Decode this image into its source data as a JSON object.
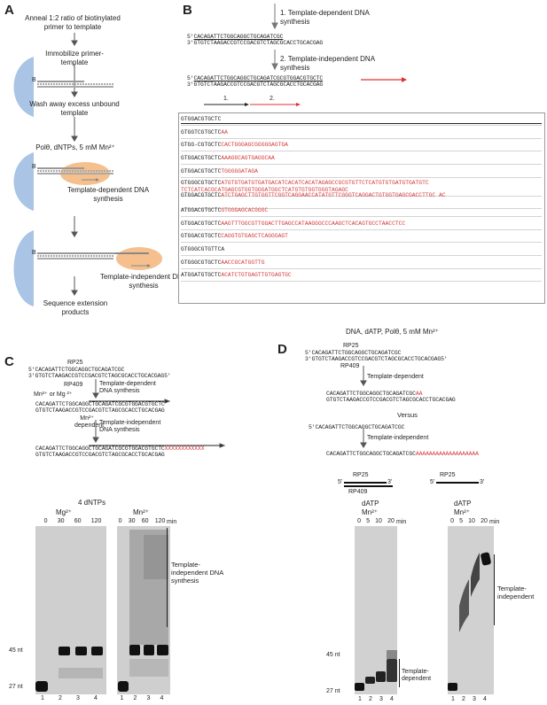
{
  "panels": {
    "A": "A",
    "B": "B",
    "C": "C",
    "D": "D"
  },
  "A": {
    "step1": "Anneal 1:2 ratio of biotinylated primer to template",
    "step2": "Immobilize primer-template",
    "b1": "B",
    "step3": "Wash away excess unbound template",
    "step4": "Polθ, dNTPs, 5 mM Mn²⁺",
    "b2": "B",
    "step5": "Template-dependent DNA synthesis",
    "b3": "B",
    "step6": "Template-independent DNA synthesis",
    "step7": "Sequence extension products"
  },
  "B": {
    "label1": "1. Template-dependent DNA synthesis",
    "label2": "2. Template-independent DNA synthesis",
    "seq_a_top_prefix": "5'",
    "seq_a_top": "CACAGATTCTGGCAGGCTGCAGATCGC",
    "seq_a_bot_prefix": "3'",
    "seq_a_bot": "GTGTCTAAGACCGTCCGACGTCTAGCGCACCTGCACGAG",
    "seq_b_top_prefix": "5'",
    "seq_b_top": "CACAGATTCTGGCAGGCTGCAGATCGCGTGGACGTGCTC",
    "seq_b_bot_prefix": "3'",
    "seq_b_bot": "GTGTCTAAGACCGTCCGACGTCTAGCGCACCTGCACGAG",
    "arrow1": "1.",
    "arrow2": "2.",
    "reads": [
      {
        "black": "GTGGACGTGCTC",
        "red": ""
      },
      {
        "black": "GTGGTCGTGCTC",
        "red": "AA"
      },
      {
        "black": "GTGG-CGTGCTC",
        "red": "CACTGGGAGCGGGGGAGTGA"
      },
      {
        "black": "GTGGACGTGCTC",
        "red": "AAAGGCAGTGAGGCAA"
      },
      {
        "black": "GTGGACGTGCTC",
        "red": "TGGGGGATAGA"
      },
      {
        "black": "GTGGGCGTGCTC",
        "red": "ATGTGTGATGTGATGACATCACATCACATAGAGCCGCGTGTTCTCATGTGTGATGTGATGTC TCTCATCACGCATGAGCGTGGTGGGATGGCTCATGTGTGGTGGGTAGAGC"
      },
      {
        "black": "GTGGACGTGCTC",
        "red": "ATCTGAGCTTGTGGTTCGGTCAGGAACCATATGTTCGGGTCAGGACTGTGGTGAGCGACCTTGC AC"
      },
      {
        "black": "ATGGACGTGCTC",
        "red": "GTGGGAGCACGGGC"
      },
      {
        "black": "GTGGACGTGCTC",
        "red": "AAGTTTGGCGTTGGACTTGAGCCATAAGGGCCCAAGCTCACAGTGCCTAACCTCC"
      },
      {
        "black": "GTGGACGTGCTC",
        "red": "CAGGTGTGAGCTCAGGGAGT"
      },
      {
        "black": "GTGGGCGTGTTCA",
        "red": ""
      },
      {
        "black": "GTGGGCGTGCTC",
        "red": "AACCGCATGGTTG"
      },
      {
        "black": "ATGGATGTGCTC",
        "red": "ACATCTGTGAGTTGTGAGTGC"
      }
    ]
  },
  "C": {
    "rp25": "RP25",
    "s1_top": "5'CACAGATTCTGGCAGGCTGCAGATCGC",
    "s1_bot": "3'GTGTCTAAGACCGTCCGACGTCTAGCGCACCTGCACGAG5'",
    "rp409": "RP409",
    "cond1": "Mn²⁺ or Mg ²⁺",
    "step1": "Template-dependent DNA synthesis",
    "s2_top": "CACAGATTCTGGCAGGCTGCAGATCGCGTGGACGTGCTC",
    "s2_bot": "GTGTCTAAGACCGTCCGACGTCTAGCGCACCTGCACGAG",
    "cond2": "Mn²⁺ dependent",
    "step2": "Template-independent DNA synthesis",
    "s3_top": "CACAGATTCTGGCAGGCTGCAGATCGCGTGGACGTGCTC",
    "s3_tail": "XXXXXXXXXXXX",
    "s3_bot": "GTGTCTAAGACCGTCCGACGTCTAGCGCACCTGCACGAG",
    "gel_title": "4 dNTPs",
    "mg": "Mg²⁺",
    "mn": "Mn²⁺",
    "times_mg": [
      "0",
      "30",
      "60",
      "120"
    ],
    "times_mn": [
      "0",
      "30",
      "60",
      "120"
    ],
    "min": "min",
    "bracket_label": "Template-independent DNA synthesis",
    "m45": "45 nt",
    "m27": "27 nt",
    "lanes_mg": [
      "1",
      "2",
      "3",
      "4"
    ],
    "lanes_mn": [
      "1",
      "2",
      "3",
      "4"
    ]
  },
  "D": {
    "title": "DNA, dATP, Polθ, 5 mM Mn²⁺",
    "rp25": "RP25",
    "s1_top": "5'CACAGATTCTGGCAGGCTGCAGATCGC",
    "s1_bot": "3'GTGTCTAAGACCGTCCGACGTCTAGCGCACCTGCACGAG5'",
    "rp409": "RP409",
    "dep": "Template-dependent",
    "s2_top_black": "CACAGATTCTGGCAGGCTGCAGATCGC",
    "s2_top_red": "AA",
    "s2_bot": "GTGTCTAAGACCGTCCGACGTCTAGCGCACCTGCACGAG",
    "versus": "Versus",
    "s3_top": "5'CACAGATTCTGGCAGGCTGCAGATCGC",
    "indep": "Template-independent",
    "s4_black": "CACAGATTCTGGCAGGCTGCAGATCGC",
    "s4_red": "AAAAAAAAAAAAAAAAAAA",
    "sch_left_rp25": "RP25",
    "sch_left_rp409": "RP409",
    "sch_right_rp25": "RP25",
    "p5": "5'",
    "p3": "3'",
    "datp": "dATP",
    "mn": "Mn²⁺",
    "times": [
      "0",
      "5",
      "10",
      "20"
    ],
    "min": "min",
    "m45": "45 nt",
    "m27": "27 nt",
    "dep_label": "Template-dependent",
    "indep_label": "Template-independent",
    "lanes": [
      "1",
      "2",
      "3",
      "4"
    ]
  }
}
